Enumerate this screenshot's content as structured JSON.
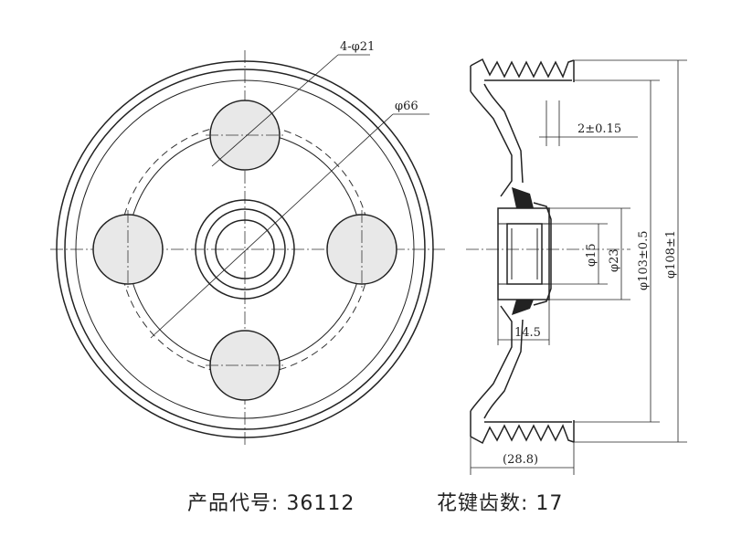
{
  "dimensions": {
    "holes": "4-φ21",
    "pitch_circle": "φ66",
    "flange_gap": "2±0.15",
    "bore": "φ15",
    "hub": "φ23",
    "groove_dia": "φ103±0.5",
    "outer_dia": "φ108±1",
    "hub_length": "14.5",
    "width": "(28.8)"
  },
  "caption": {
    "product_code_label": "产品代号:",
    "product_code": "36112",
    "spline_label": "花键齿数:",
    "spline_count": "17"
  }
}
